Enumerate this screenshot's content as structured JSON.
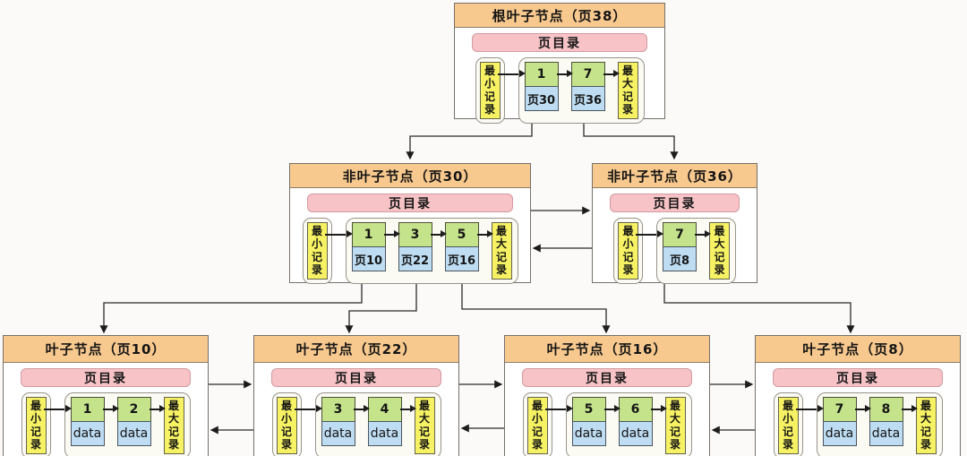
{
  "diagram": {
    "type": "innodb-b-plus-tree-index",
    "labels": {
      "page_directory": "页目录",
      "min_record": "最小记录",
      "max_record": "最大记录"
    },
    "colors": {
      "node_title_bg": "#f8c98e",
      "page_directory_bg": "#f7c3c7",
      "record_box_bg": "#f6f263",
      "key_cell_bg": "#c5e38b",
      "pointer_cell_bg": "#bedcf2",
      "node_bg": "#ffffff",
      "canvas_bg": "#fbfaf9",
      "arrow_color": "#2b2b2b"
    },
    "nodes": [
      {
        "id": "root-38",
        "title": "根叶子节点（页38）",
        "entries": [
          {
            "key": "1",
            "ptr": "页30"
          },
          {
            "key": "7",
            "ptr": "页36"
          }
        ]
      },
      {
        "id": "nonleaf-30",
        "title": "非叶子节点（页30）",
        "entries": [
          {
            "key": "1",
            "ptr": "页10"
          },
          {
            "key": "3",
            "ptr": "页22"
          },
          {
            "key": "5",
            "ptr": "页16"
          }
        ]
      },
      {
        "id": "nonleaf-36",
        "title": "非叶子节点（页36）",
        "entries": [
          {
            "key": "7",
            "ptr": "页8"
          }
        ]
      },
      {
        "id": "leaf-10",
        "title": "叶子节点（页10）",
        "entries": [
          {
            "key": "1",
            "ptr": "data"
          },
          {
            "key": "2",
            "ptr": "data"
          }
        ]
      },
      {
        "id": "leaf-22",
        "title": "叶子节点（页22）",
        "entries": [
          {
            "key": "3",
            "ptr": "data"
          },
          {
            "key": "4",
            "ptr": "data"
          }
        ]
      },
      {
        "id": "leaf-16",
        "title": "叶子节点（页16）",
        "entries": [
          {
            "key": "5",
            "ptr": "data"
          },
          {
            "key": "6",
            "ptr": "data"
          }
        ]
      },
      {
        "id": "leaf-8",
        "title": "叶子节点（页8）",
        "entries": [
          {
            "key": "7",
            "ptr": "data"
          },
          {
            "key": "8",
            "ptr": "data"
          }
        ]
      }
    ],
    "edges": [
      {
        "from": "root-38:页30",
        "to": "nonleaf-30",
        "relation": "child-pointer"
      },
      {
        "from": "root-38:页36",
        "to": "nonleaf-36",
        "relation": "child-pointer"
      },
      {
        "from": "nonleaf-30",
        "to": "nonleaf-36",
        "relation": "next-sibling"
      },
      {
        "from": "nonleaf-36",
        "to": "nonleaf-30",
        "relation": "prev-sibling"
      },
      {
        "from": "nonleaf-30:页10",
        "to": "leaf-10",
        "relation": "child-pointer"
      },
      {
        "from": "nonleaf-30:页22",
        "to": "leaf-22",
        "relation": "child-pointer"
      },
      {
        "from": "nonleaf-30:页16",
        "to": "leaf-16",
        "relation": "child-pointer"
      },
      {
        "from": "nonleaf-36:页8",
        "to": "leaf-8",
        "relation": "child-pointer"
      },
      {
        "from": "leaf-10",
        "to": "leaf-22",
        "relation": "next-sibling"
      },
      {
        "from": "leaf-22",
        "to": "leaf-10",
        "relation": "prev-sibling"
      },
      {
        "from": "leaf-22",
        "to": "leaf-16",
        "relation": "next-sibling"
      },
      {
        "from": "leaf-16",
        "to": "leaf-22",
        "relation": "prev-sibling"
      },
      {
        "from": "leaf-16",
        "to": "leaf-8",
        "relation": "next-sibling"
      },
      {
        "from": "leaf-8",
        "to": "leaf-16",
        "relation": "prev-sibling"
      }
    ]
  }
}
